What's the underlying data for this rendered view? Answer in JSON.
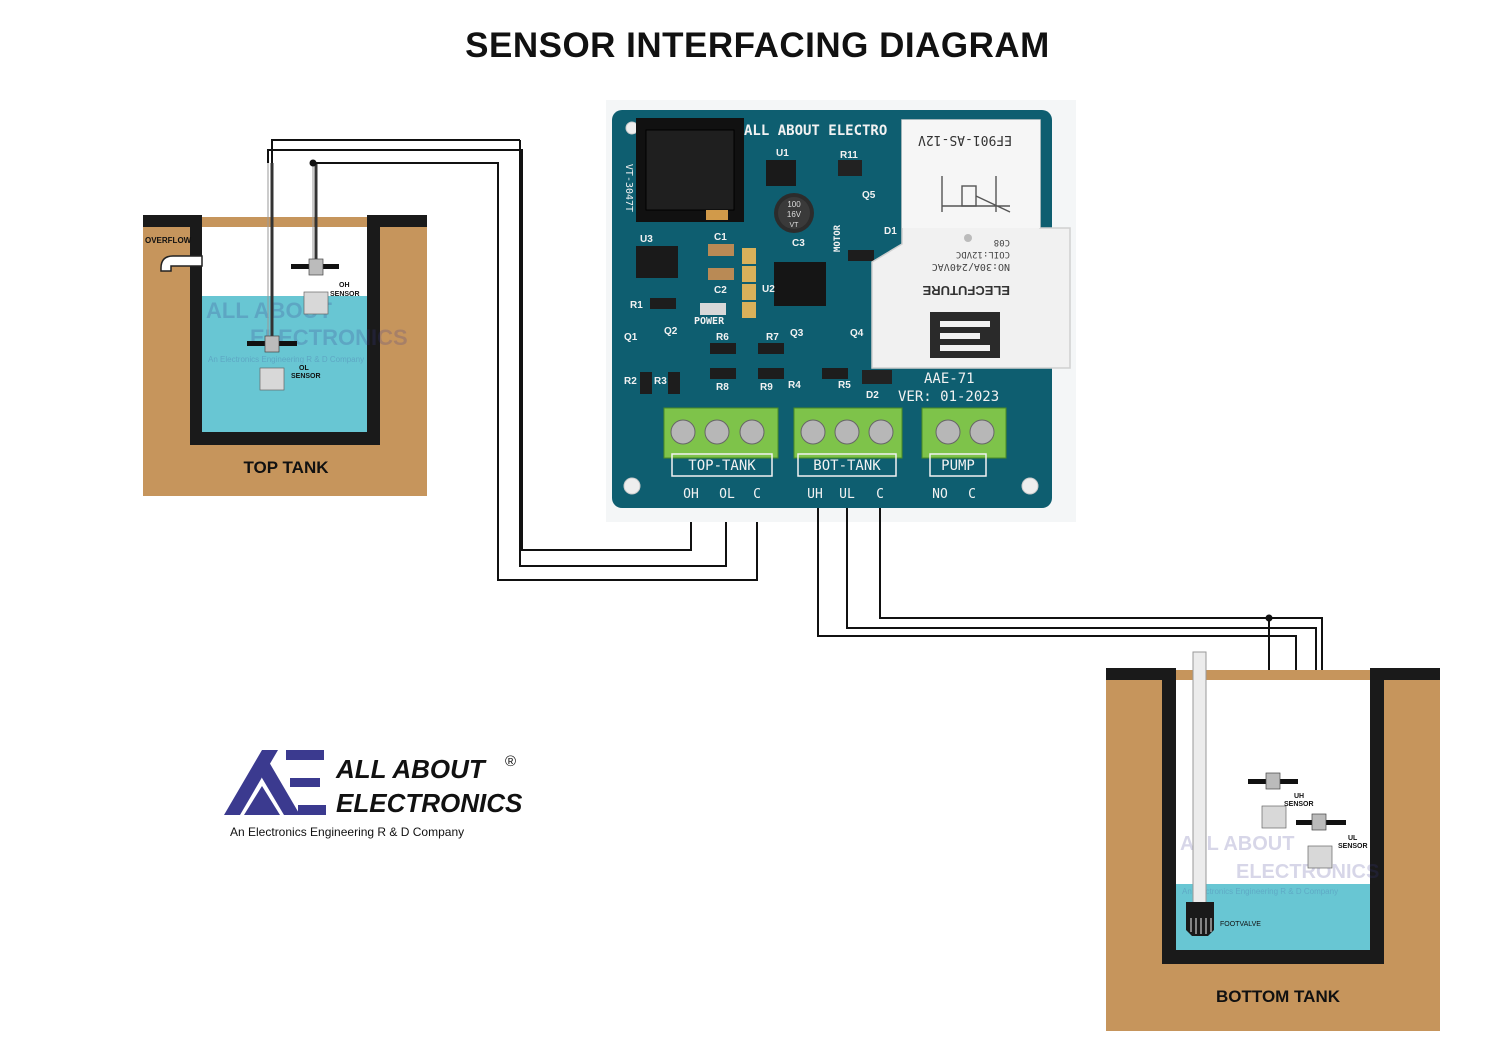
{
  "title": "SENSOR INTERFACING DIAGRAM",
  "colors": {
    "soil": "#c6955c",
    "water": "#68c6d3",
    "wall": "#1a1a1a",
    "pcb": "#0e5e70",
    "terminal": "#7ec34a",
    "relay": "#f1f1f1",
    "logo": "#3b3a8f"
  },
  "top_tank": {
    "label": "TOP TANK",
    "overflow_label": "OVERFLOW",
    "oh_sensor_line1": "OH",
    "oh_sensor_line2": "SENSOR",
    "ol_sensor_line1": "OL",
    "ol_sensor_line2": "SENSOR"
  },
  "bottom_tank": {
    "label": "BOTTOM TANK",
    "uh_sensor_line1": "UH",
    "uh_sensor_line2": "SENSOR",
    "ul_sensor_line1": "UL",
    "ul_sensor_line2": "SENSOR",
    "footvalve_label": "FOOTVALVE"
  },
  "board": {
    "brand": "ALL ABOUT ELECTRO",
    "model": "AAE-71",
    "version": "VER: 01-2023",
    "power_label": "POWER",
    "motor_label": "MOTOR",
    "side_code": "VT-3047T",
    "cap_value": "100",
    "cap_voltage": "16V",
    "cap_code": "VT",
    "components": [
      "U1",
      "R11",
      "Q5",
      "U3",
      "C1",
      "C2",
      "U2",
      "R1",
      "Q1",
      "Q2",
      "R6",
      "R7",
      "R8",
      "R9",
      "Q3",
      "R4",
      "R5",
      "R2",
      "R3",
      "D2",
      "D1",
      "Q4",
      "C3"
    ],
    "relay": {
      "model": "EF901-AS-12V",
      "rating": "NO:30A/240VAC",
      "coil": "COIL:12VDC",
      "code": "C08",
      "brand": "ELECFUTURE"
    },
    "terminal_groups": [
      {
        "label": "TOP-TANK",
        "pins": [
          "OH",
          "OL",
          "C"
        ]
      },
      {
        "label": "BOT-TANK",
        "pins": [
          "UH",
          "UL",
          "C"
        ]
      },
      {
        "label": "PUMP",
        "pins": [
          "NO",
          "C"
        ]
      }
    ]
  },
  "logo": {
    "line1": "ALL ABOUT",
    "line2": "ELECTRONICS",
    "registered": "®",
    "tagline": "An Electronics Engineering R & D Company",
    "watermark_line1": "ALL ABOUT",
    "watermark_line2": "ELECTRONICS",
    "watermark_tagline": "An Electronics Engineering R & D Company"
  }
}
